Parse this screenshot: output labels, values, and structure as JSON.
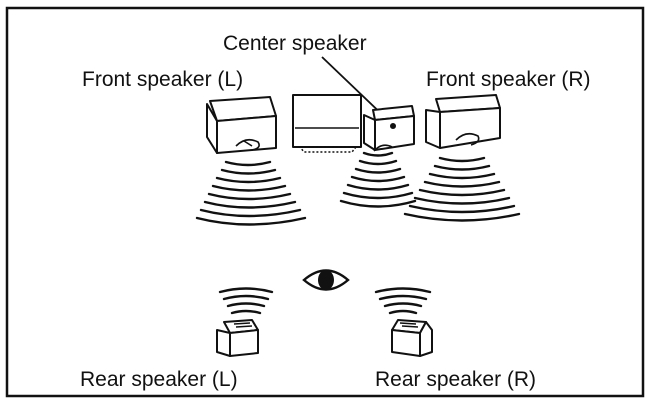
{
  "labels": {
    "center": "Center speaker",
    "front_left": "Front speaker (L)",
    "front_right": "Front speaker (R)",
    "rear_left": "Rear speaker (L)",
    "rear_right": "Rear speaker (R)"
  },
  "icons": {
    "tv": "television-icon",
    "listener": "listener-eye-icon",
    "speaker": "speaker-box-icon"
  },
  "colors": {
    "ink": "#111111",
    "background": "#ffffff"
  }
}
